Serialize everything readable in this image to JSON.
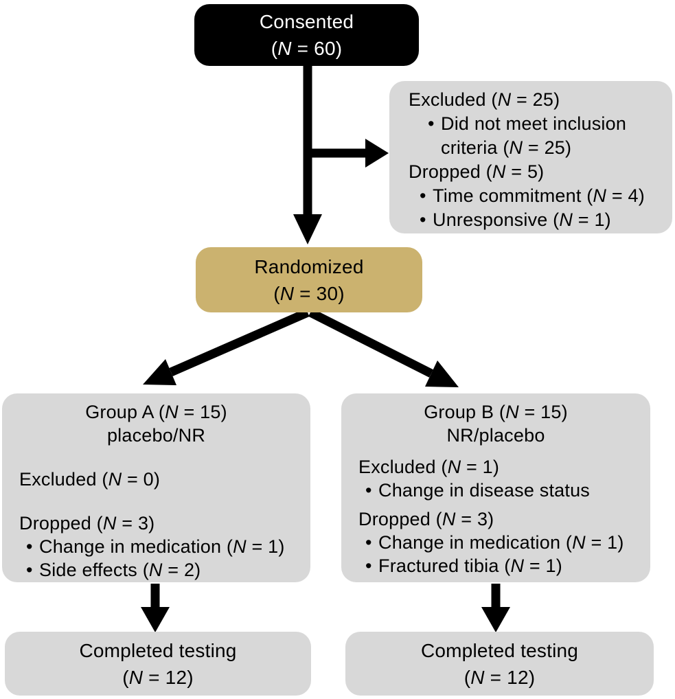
{
  "diagram": {
    "kind": "consort-flow-chart",
    "palette": {
      "background": "#ffffff",
      "box_black": "#000000",
      "box_gold": "#cbb26f",
      "box_gray": "#d8d8d8",
      "arrow": "#000000",
      "text_on_black": "#ffffff",
      "text_on_light": "#000000"
    },
    "icons": {
      "bullet": "•"
    },
    "boxes": {
      "consented": {
        "title": "Consented",
        "n": "(N = 60)"
      },
      "exclusions_top": {
        "lines": [
          {
            "style": "heading",
            "text": "Excluded (N = 25)"
          },
          {
            "style": "bullet",
            "text": "Did not meet inclusion criteria (N = 25)"
          },
          {
            "style": "heading",
            "text": "Dropped (N = 5)"
          },
          {
            "style": "bullet",
            "text": "Time commitment (N = 4)"
          },
          {
            "style": "bullet",
            "text": "Unresponsive (N = 1)"
          }
        ]
      },
      "randomized": {
        "title": "Randomized",
        "n": "(N = 30)"
      },
      "group_a": {
        "title": "Group A (N = 15)",
        "subtitle": "placebo/NR",
        "lines": [
          {
            "style": "heading",
            "text": "Excluded (N = 0)"
          },
          {
            "style": "heading",
            "text": "Dropped (N = 3)"
          },
          {
            "style": "bullet",
            "text": "Change in medication (N = 1)"
          },
          {
            "style": "bullet",
            "text": "Side effects (N = 2)"
          }
        ]
      },
      "group_b": {
        "title": "Group B (N = 15)",
        "subtitle": "NR/placebo",
        "lines": [
          {
            "style": "heading",
            "text": "Excluded (N = 1)"
          },
          {
            "style": "bullet",
            "text": "Change in disease status"
          },
          {
            "style": "heading",
            "text": "Dropped (N = 3)"
          },
          {
            "style": "bullet",
            "text": "Change in medication (N = 1)"
          },
          {
            "style": "bullet",
            "text": "Fractured tibia (N = 1)"
          }
        ]
      },
      "completed_a": {
        "title": "Completed testing",
        "n": "(N = 12)"
      },
      "completed_b": {
        "title": "Completed testing",
        "n": "(N = 12)"
      }
    }
  }
}
